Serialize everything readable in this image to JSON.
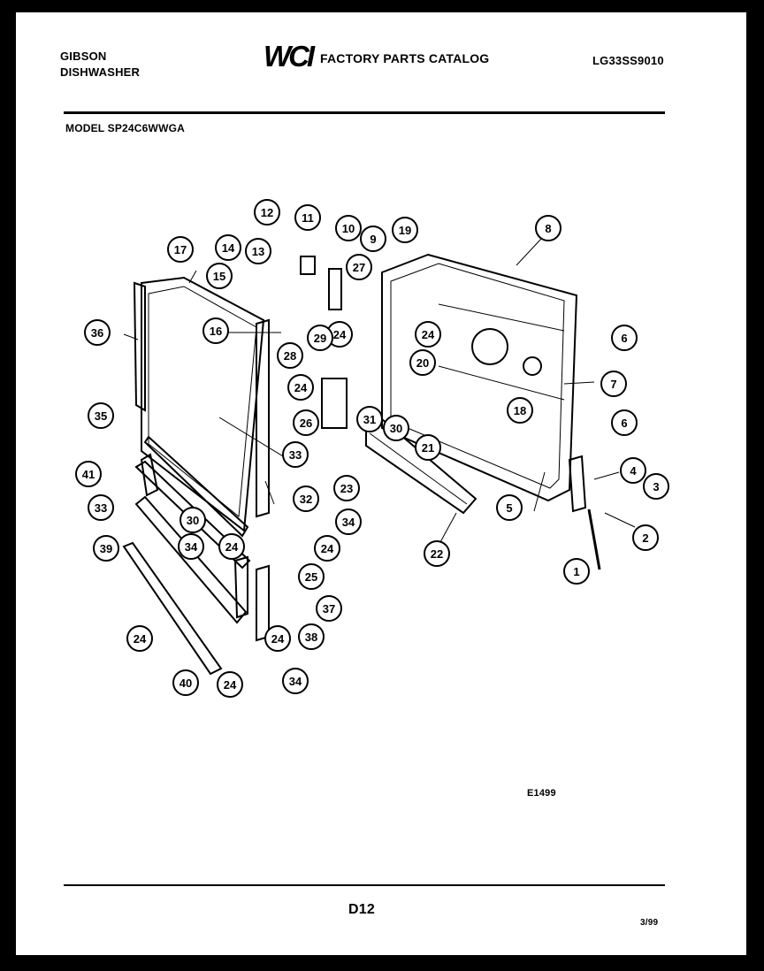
{
  "header": {
    "brand": "GIBSON",
    "product": "DISHWASHER",
    "logo_text": "WCI",
    "catalog_title": "FACTORY PARTS CATALOG",
    "catalog_code": "LG33SS9010",
    "model_line": "MODEL SP24C6WWGA"
  },
  "diagram": {
    "figure_code": "E1499",
    "callouts": [
      "1",
      "2",
      "3",
      "4",
      "5",
      "6",
      "6",
      "7",
      "8",
      "9",
      "10",
      "11",
      "12",
      "13",
      "14",
      "15",
      "16",
      "17",
      "18",
      "19",
      "20",
      "21",
      "22",
      "23",
      "24",
      "24",
      "24",
      "24",
      "24",
      "24",
      "24",
      "24",
      "25",
      "26",
      "27",
      "28",
      "29",
      "30",
      "30",
      "31",
      "32",
      "33",
      "33",
      "34",
      "34",
      "34",
      "35",
      "36",
      "37",
      "38",
      "39",
      "40",
      "41"
    ]
  },
  "footer": {
    "page_code": "D12",
    "date_code": "3/99"
  }
}
